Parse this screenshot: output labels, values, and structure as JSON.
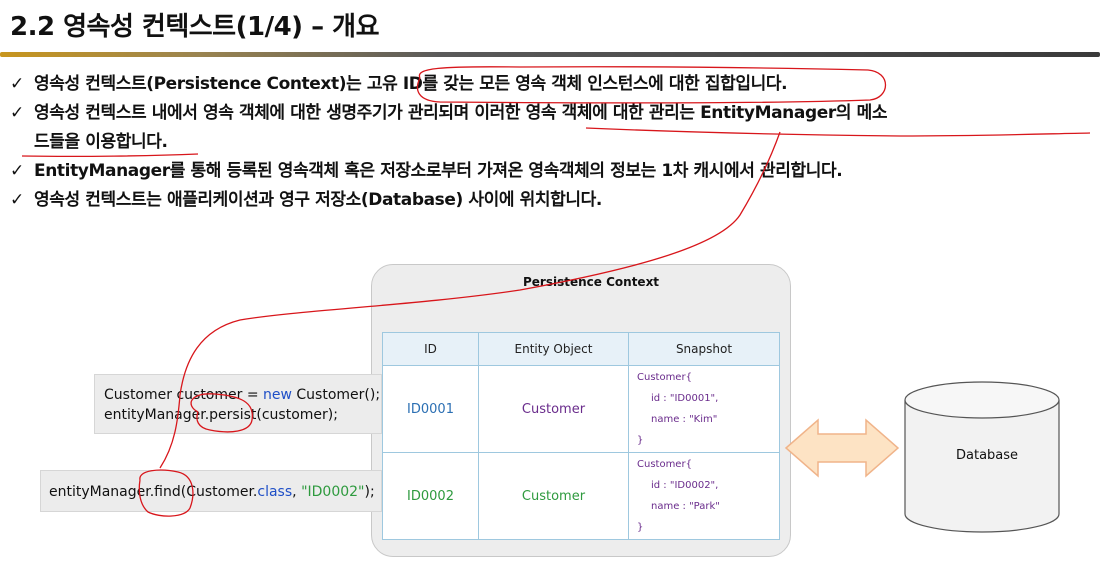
{
  "header": {
    "title": "2.2 영속성 컨텍스트(1/4) – 개요"
  },
  "bullets": [
    "영속성 컨텍스트(Persistence Context)는 고유 ID를 갖는 모든 영속 객체 인스턴스에 대한 집합입니다.",
    "영속성 컨텍스트 내에서 영속 객체에 대한 생명주기가 관리되며 이러한 영속 객체에 대한 관리는 EntityManager의 메소",
    "드들을 이용합니다.",
    "EntityManager를 통해 등록된 영속객체 혹은 저장소로부터 가져온 영속객체의 정보는 1차 캐시에서 관리합니다.",
    "영속성 컨텍스트는 애플리케이션과 영구 저장소(Database) 사이에 위치합니다."
  ],
  "check_mark": "✓",
  "diagram": {
    "context_title": "Persistence Context",
    "table": {
      "headers": [
        "ID",
        "Entity Object",
        "Snapshot"
      ],
      "rows": [
        {
          "id": "ID0001",
          "entity": "Customer",
          "snapshot": [
            "Customer{",
            "id : \"ID0001\",",
            "name : \"Kim\"",
            "}"
          ]
        },
        {
          "id": "ID0002",
          "entity": "Customer",
          "snapshot": [
            "Customer{",
            "id : \"ID0002\",",
            "name : \"Park\"",
            "}"
          ]
        }
      ]
    },
    "code1": {
      "line1_a": "Customer customer = ",
      "line1_kw": "new",
      "line1_b": " Customer();",
      "line2": "entityManager.persist(customer);"
    },
    "code2": {
      "a": "entityManager.find(Customer.",
      "kw": "class",
      "b": ", ",
      "str": "\"ID0002\"",
      "c": ");"
    },
    "database_label": "Database",
    "colors": {
      "arrow_fill": "#fde3c4",
      "arrow_stroke": "#f0b48a",
      "annotation_red": "#d8161b"
    }
  }
}
